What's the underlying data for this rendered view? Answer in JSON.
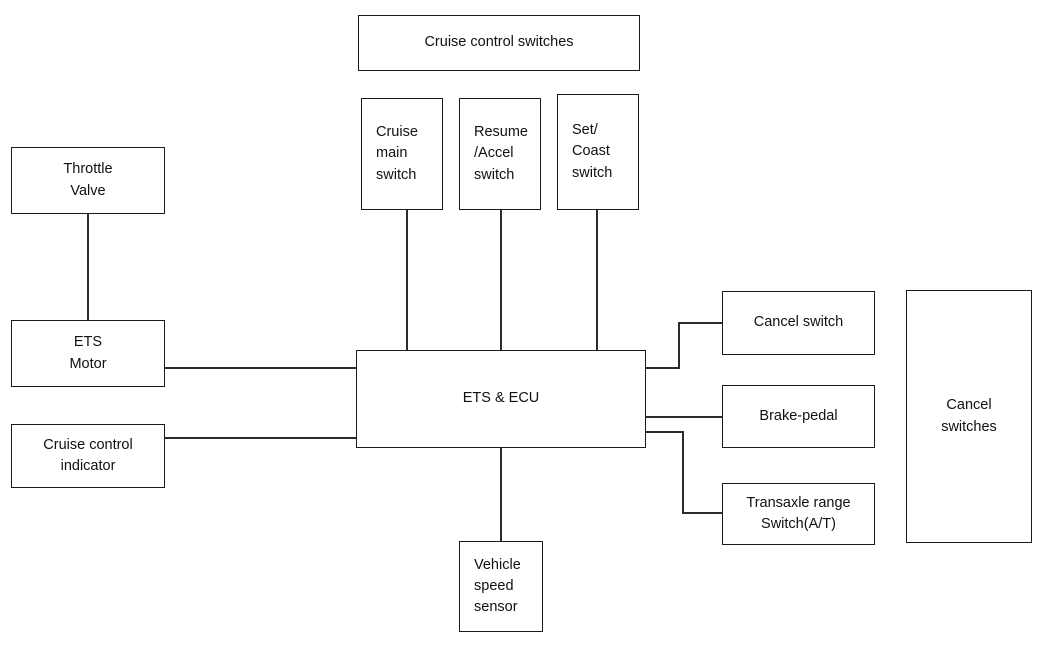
{
  "diagram": {
    "title": "Cruise control system block diagram",
    "background_color": "#ffffff",
    "line_color": "#2b2b2b",
    "border_color": "#1a1a1a",
    "text_color": "#111111",
    "nodes": {
      "cruise_control_switches": {
        "label": "Cruise control switches"
      },
      "cruise_main_switch": {
        "label": "Cruise\nmain\nswitch"
      },
      "resume_accel_switch": {
        "label": "Resume\n/Accel\nswitch"
      },
      "set_coast_switch": {
        "label": "Set/\nCoast\nswitch"
      },
      "throttle_valve": {
        "label": "Throttle\nValve"
      },
      "ets_motor": {
        "label": "ETS\nMotor"
      },
      "cruise_control_indicator": {
        "label": "Cruise control\nindicator"
      },
      "ets_ecu": {
        "label": "ETS & ECU"
      },
      "vehicle_speed_sensor": {
        "label": "Vehicle\nspeed\nsensor"
      },
      "cancel_switch": {
        "label": "Cancel switch"
      },
      "brake_pedal": {
        "label": "Brake-pedal"
      },
      "transaxle_range_switch": {
        "label": "Transaxle range\nSwitch(A/T)"
      },
      "cancel_switches_group": {
        "label": "Cancel\nswitches"
      }
    },
    "connections": [
      {
        "from": "throttle_valve",
        "to": "ets_motor"
      },
      {
        "from": "cruise_main_switch",
        "to": "ets_ecu"
      },
      {
        "from": "resume_accel_switch",
        "to": "ets_ecu"
      },
      {
        "from": "set_coast_switch",
        "to": "ets_ecu"
      },
      {
        "from": "ets_motor",
        "to": "ets_ecu"
      },
      {
        "from": "cruise_control_indicator",
        "to": "ets_ecu"
      },
      {
        "from": "ets_ecu",
        "to": "vehicle_speed_sensor"
      },
      {
        "from": "ets_ecu",
        "to": "cancel_switch"
      },
      {
        "from": "ets_ecu",
        "to": "brake_pedal"
      },
      {
        "from": "ets_ecu",
        "to": "transaxle_range_switch"
      }
    ]
  }
}
